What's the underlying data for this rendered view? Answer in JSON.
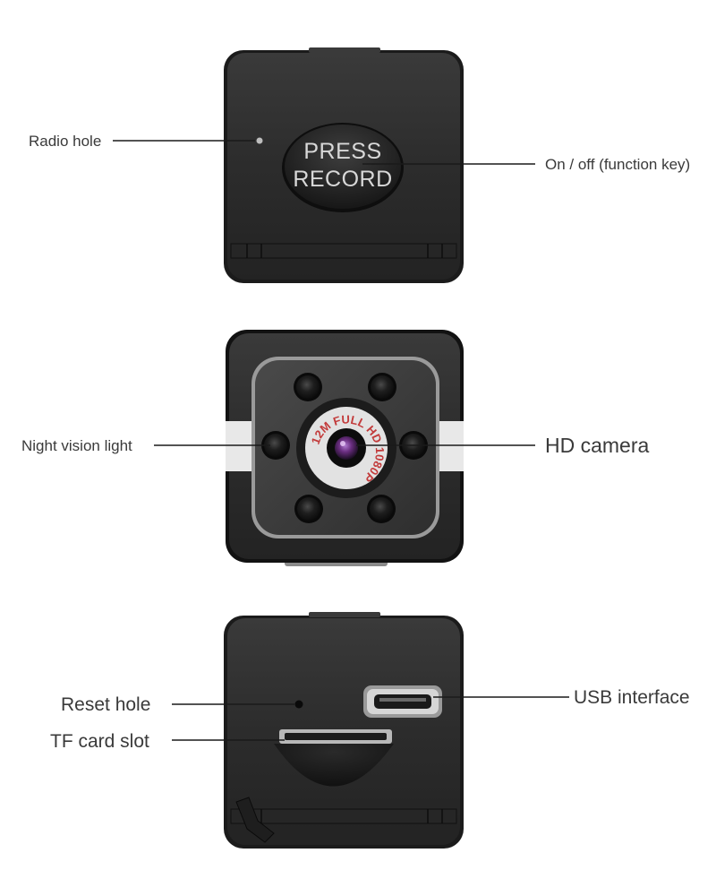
{
  "colors": {
    "body": "#2d2d2d",
    "body_edge": "#111111",
    "face": "#3b3b3b",
    "led": "#151515",
    "lens_ring": "#e2e2e2",
    "lens_text": "#c23a3a",
    "lens_glass": "#6a2e80",
    "leader": "#1a1a1a",
    "label": "#3a3a3a"
  },
  "top_view": {
    "button_line1": "PRESS",
    "button_line2": "RECORD",
    "label_radio_hole": "Radio hole",
    "label_on_off": "On / off (function key)"
  },
  "front_view": {
    "ring_text": "12M FULL HD 1080P",
    "label_night_vision": "Night vision light",
    "label_hd_camera": "HD camera"
  },
  "side_view": {
    "label_reset": "Reset hole",
    "label_tf_card": "TF card slot",
    "label_usb": "USB interface"
  }
}
